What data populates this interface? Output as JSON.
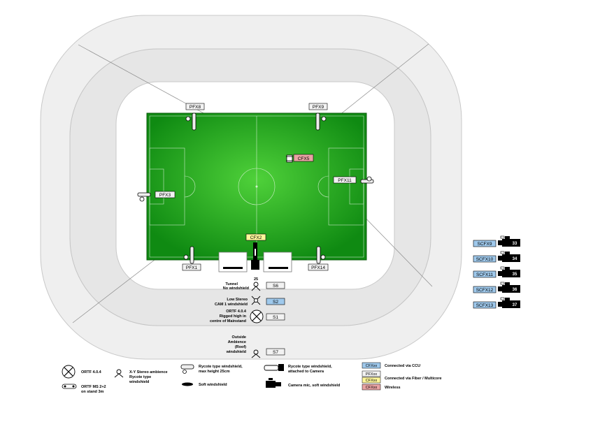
{
  "colors": {
    "ring_outer": "#efefef",
    "ring_inner": "#e6e6e6",
    "pitch_light": "#4fd13a",
    "pitch_dark": "#0f8a12",
    "tag_white": "#f2f2f2",
    "tag_ccu": "#9fc9ec",
    "tag_fiber": "#fff79a",
    "tag_wireless": "#e9a3a3"
  },
  "pitch_tags": {
    "pfx8": "PFX8",
    "pfx9": "PFX9",
    "pfx3": "PFX3",
    "pfx11": "PFX11",
    "pfx1": "PFX1",
    "pfx14": "PFX14",
    "cfx5": "CFX5",
    "cfx2": "CFX2"
  },
  "stand_mics": {
    "s6": {
      "tag": "S6",
      "label_lines": [
        "Tunnel",
        "No windshield"
      ],
      "number": "25"
    },
    "s2": {
      "tag": "S2",
      "label_lines": [
        "Low Stereo",
        "CAM 1 windshield"
      ]
    },
    "s1": {
      "tag": "S1",
      "label_lines": [
        "ORTF 4.0.4",
        "Rigged high in",
        "centre of Mainstand"
      ]
    },
    "s7": {
      "tag": "S7",
      "label_lines": [
        "Outside",
        "Ambience",
        "(Roof)",
        "windshield"
      ]
    }
  },
  "side_cameras": [
    {
      "tag": "SCFX9",
      "number": "33"
    },
    {
      "tag": "SCFX10",
      "number": "34"
    },
    {
      "tag": "SCFX11",
      "number": "35"
    },
    {
      "tag": "SCFX12",
      "number": "36"
    },
    {
      "tag": "SCFX13",
      "number": "37"
    }
  ],
  "legend": {
    "ortf404": "ORTF 4.0.4",
    "ortf_ms": [
      "ORTF MS 2+2",
      "on stand 3m"
    ],
    "xy_stereo": [
      "X-Y Stereo ambience",
      "Rycote type",
      "windshield"
    ],
    "rycote_max": [
      "Rycote type windshield,",
      "max height 25cm"
    ],
    "soft": "Soft windshield",
    "rycote_cam": [
      "Rycote type windshield,",
      "attached to Camera"
    ],
    "camera_mic": "Camera mic, soft windshield",
    "tag_cfx": "CFXxx",
    "tag_pfx": "PFXxx",
    "tag_cfx_fiber": "CFXxx",
    "tag_cfx_wireless": "CFXxx",
    "connected_ccu": "Connected via CCU",
    "connected_fiber": "Connected via Fiber / Multicore",
    "wireless": "Wireless"
  }
}
